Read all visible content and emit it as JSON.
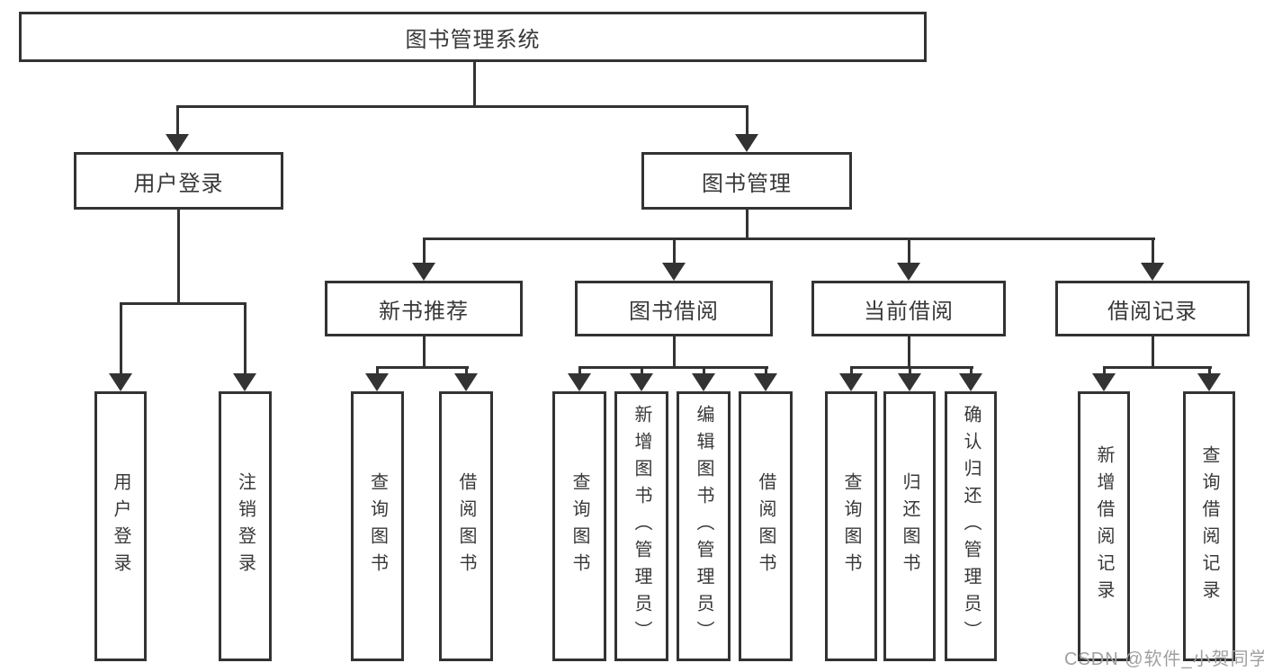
{
  "diagram": {
    "title": "图书管理系统",
    "root": {
      "label": "图书管理系统"
    },
    "level2": [
      {
        "label": "用户登录"
      },
      {
        "label": "图书管理"
      }
    ],
    "level3": [
      {
        "label": "新书推荐"
      },
      {
        "label": "图书借阅"
      },
      {
        "label": "当前借阅"
      },
      {
        "label": "借阅记录"
      }
    ],
    "level4": [
      {
        "label": "用户登录"
      },
      {
        "label": "注销登录"
      },
      {
        "label": "查询图书"
      },
      {
        "label": "借阅图书"
      },
      {
        "label": "查询图书"
      },
      {
        "label": "新增图书（管理员）"
      },
      {
        "label": "编辑图书（管理员）"
      },
      {
        "label": "借阅图书"
      },
      {
        "label": "查询图书"
      },
      {
        "label": "归还图书"
      },
      {
        "label": "确认归还（管理员）"
      },
      {
        "label": "新增借阅记录"
      },
      {
        "label": "查询借阅记录"
      }
    ]
  },
  "watermark": {
    "text": "CSDN @软件_小贺同学"
  },
  "colors": {
    "line": "#333333",
    "text": "#383838",
    "watermark": "#a0a0a0",
    "background": "#ffffff"
  }
}
